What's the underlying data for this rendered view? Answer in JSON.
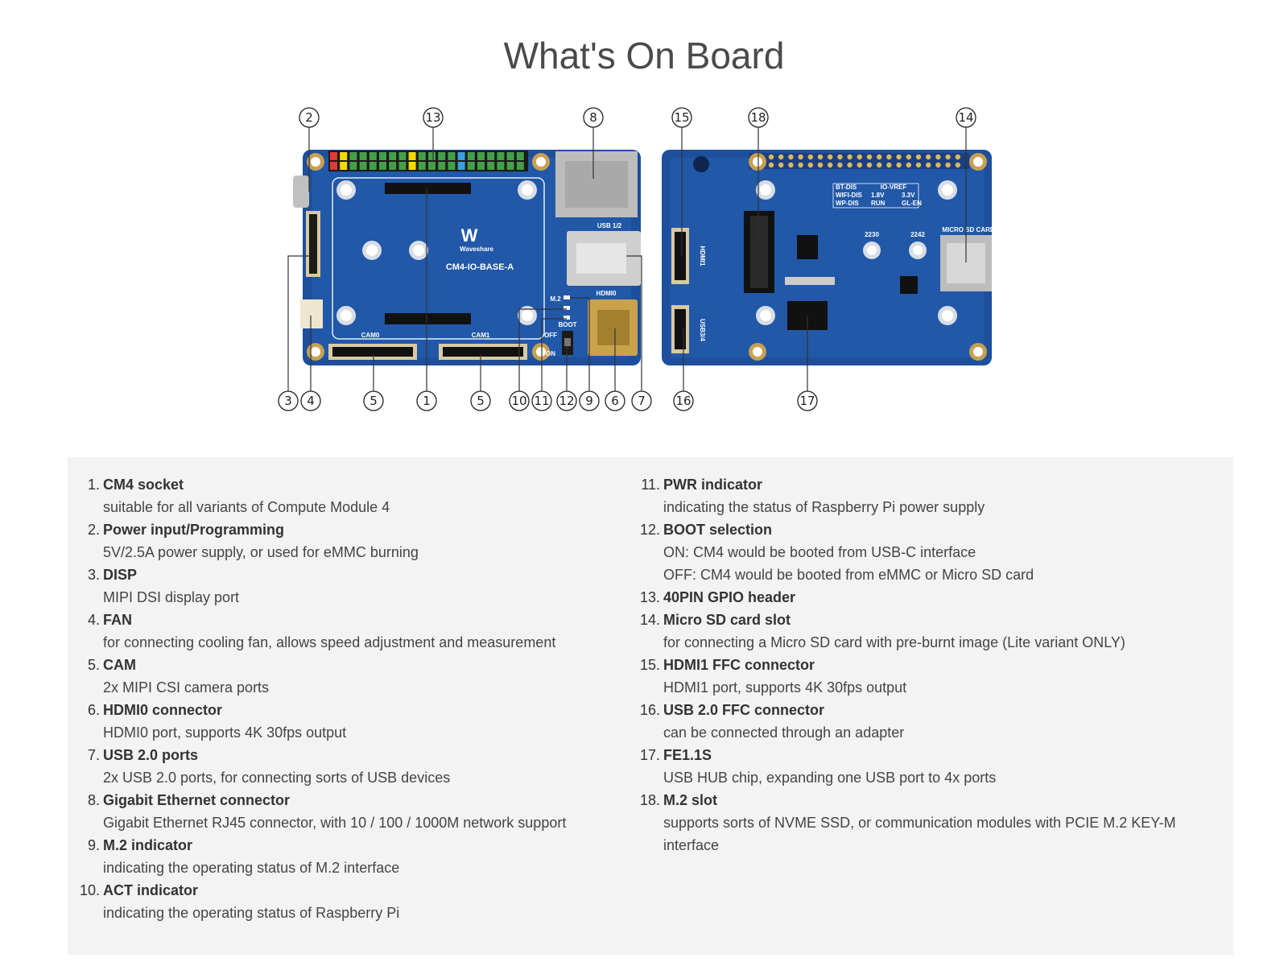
{
  "page": {
    "title": "What's On Board"
  },
  "board": {
    "brand": "Waveshare",
    "model": "CM4-IO-BASE-A",
    "silkscreen": {
      "cam0": "CAM0",
      "cam1": "CAM1",
      "usb12": "USB 1/2",
      "hdmi0": "HDMI0",
      "boot": "BOOT",
      "off": "OFF",
      "on": "ON",
      "m2": "M.2",
      "hdmi1": "HDMI1",
      "usb34": "USB3/4",
      "s2230": "2230",
      "s2242": "2242",
      "microsd": "MICRO SD CARD",
      "iovref": "IO-VREF",
      "v18": "1.8V",
      "v33": "3.3V",
      "btdis": "BT-DIS",
      "wifidis": "WIFI-DIS",
      "wpdis": "WP-DIS",
      "run": "RUN",
      "glen": "GL-EN"
    },
    "callouts": [
      "1",
      "2",
      "3",
      "4",
      "5",
      "6",
      "7",
      "8",
      "9",
      "10",
      "11",
      "12",
      "13",
      "14",
      "15",
      "16",
      "17",
      "18"
    ]
  },
  "features": [
    {
      "num": "1.",
      "title": "CM4 socket",
      "desc": [
        "suitable for all variants of Compute Module 4"
      ]
    },
    {
      "num": "2.",
      "title": "Power input/Programming",
      "desc": [
        "5V/2.5A power supply, or used for eMMC burning"
      ]
    },
    {
      "num": "3.",
      "title": "DISP",
      "desc": [
        "MIPI DSI display port"
      ]
    },
    {
      "num": "4.",
      "title": "FAN",
      "desc": [
        "for connecting cooling fan, allows speed adjustment and measurement"
      ]
    },
    {
      "num": "5.",
      "title": "CAM",
      "desc": [
        "2x MIPI CSI camera ports"
      ]
    },
    {
      "num": "6.",
      "title": "HDMI0 connector",
      "desc": [
        "HDMI0 port, supports 4K 30fps output"
      ]
    },
    {
      "num": "7.",
      "title": "USB 2.0 ports",
      "desc": [
        "2x USB 2.0 ports, for connecting sorts of USB devices"
      ]
    },
    {
      "num": "8.",
      "title": "Gigabit Ethernet connector",
      "desc": [
        "Gigabit Ethernet RJ45 connector, with 10 / 100 / 1000M network support"
      ]
    },
    {
      "num": "9.",
      "title": "M.2 indicator",
      "desc": [
        "indicating the operating status of M.2 interface"
      ]
    },
    {
      "num": "10.",
      "title": "ACT indicator",
      "desc": [
        "indicating the operating status of Raspberry Pi"
      ]
    },
    {
      "num": "11.",
      "title": "PWR indicator",
      "desc": [
        "indicating the status of Raspberry Pi power supply"
      ]
    },
    {
      "num": "12.",
      "title": "BOOT selection",
      "desc": [
        "ON: CM4 would be booted from USB-C interface",
        "OFF: CM4 would be booted from eMMC or Micro SD card"
      ]
    },
    {
      "num": "13.",
      "title": "40PIN GPIO header",
      "desc": []
    },
    {
      "num": "14.",
      "title": "Micro SD card slot",
      "desc": [
        "for connecting a Micro SD card with pre-burnt image (Lite variant ONLY)"
      ]
    },
    {
      "num": "15.",
      "title": "HDMI1 FFC connector",
      "desc": [
        "HDMI1 port, supports 4K 30fps output"
      ]
    },
    {
      "num": "16.",
      "title": "USB 2.0 FFC connector",
      "desc": [
        "can be connected through an adapter"
      ]
    },
    {
      "num": "17.",
      "title": "FE1.1S",
      "desc": [
        "USB HUB chip, expanding one USB port to 4x ports"
      ]
    },
    {
      "num": "18.",
      "title": "M.2 slot",
      "desc": [
        "supports sorts of NVME SSD, or communication modules with PCIE M.2 KEY-M",
        "interface"
      ]
    }
  ]
}
